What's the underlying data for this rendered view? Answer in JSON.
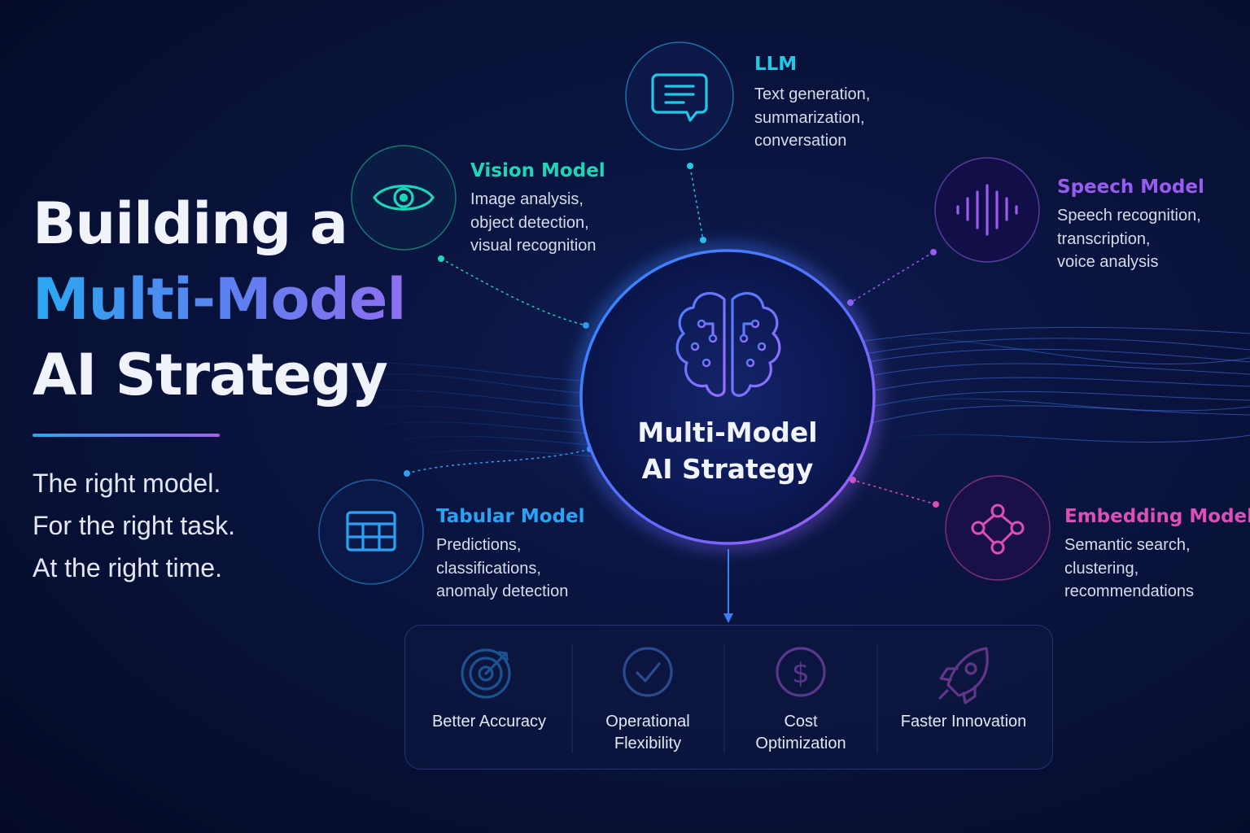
{
  "headline": {
    "line1": "Building a",
    "line2": "Multi-Model",
    "line3": "AI Strategy"
  },
  "tagline": [
    "The right model.",
    "For the right task.",
    "At the right time."
  ],
  "center": {
    "line1": "Multi-Model",
    "line2": "AI Strategy",
    "icon": "brain-circuit-icon"
  },
  "models": {
    "llm": {
      "title": "LLM",
      "desc": [
        "Text generation,",
        "summarization,",
        "conversation"
      ],
      "icon": "chat-bubble-icon",
      "color": "#22c8e6"
    },
    "vision": {
      "title": "Vision Model",
      "desc": [
        "Image analysis,",
        "object detection,",
        "visual recognition"
      ],
      "icon": "eye-icon",
      "color": "#1ed6b6"
    },
    "speech": {
      "title": "Speech Model",
      "desc": [
        "Speech recognition,",
        "transcription,",
        "voice analysis"
      ],
      "icon": "sound-wave-icon",
      "color": "#9a5cf0"
    },
    "tabular": {
      "title": "Tabular Model",
      "desc": [
        "Predictions,",
        "classifications,",
        "anomaly detection"
      ],
      "icon": "table-grid-icon",
      "color": "#2aa3f5"
    },
    "embedding": {
      "title": "Embedding Model",
      "desc": [
        "Semantic search,",
        "clustering,",
        "recommendations"
      ],
      "icon": "vector-nodes-icon",
      "color": "#dc4fb6"
    }
  },
  "benefits": [
    {
      "lines": [
        "Better Accuracy"
      ],
      "icon": "target-icon",
      "color": "#2a9cf2"
    },
    {
      "lines": [
        "Operational",
        "Flexibility"
      ],
      "icon": "check-circle-icon",
      "color": "#4d8af0"
    },
    {
      "lines": [
        "Cost",
        "Optimization"
      ],
      "icon": "dollar-circle-icon",
      "color": "#b25ee8"
    },
    {
      "lines": [
        "Faster Innovation"
      ],
      "icon": "rocket-icon",
      "color": "#c65ce0"
    }
  ]
}
